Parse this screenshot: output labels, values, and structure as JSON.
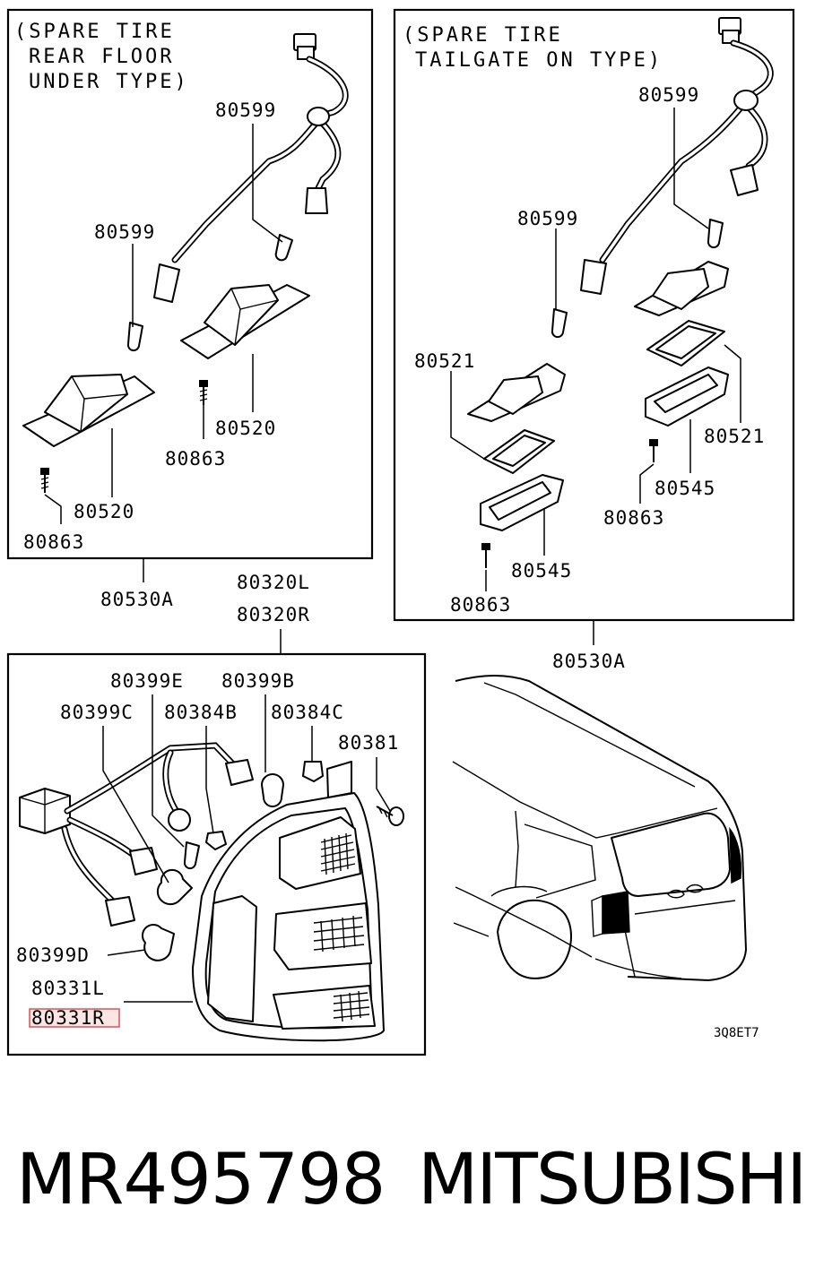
{
  "diagram": {
    "panels": {
      "rear_floor": {
        "note_lines": [
          "(SPARE TIRE",
          "REAR FLOOR",
          "UNDER TYPE)"
        ]
      },
      "tailgate": {
        "note_lines": [
          "(SPARE TIRE",
          "TAILGATE ON TYPE)"
        ]
      }
    },
    "labels": {
      "p1_80599_a": "80599",
      "p1_80599_b": "80599",
      "p1_80520_a": "80520",
      "p1_80520_b": "80520",
      "p1_80863_a": "80863",
      "p1_80863_b": "80863",
      "p1_80530a": "80530A",
      "p2_80599_a": "80599",
      "p2_80599_b": "80599",
      "p2_80521_a": "80521",
      "p2_80521_b": "80521",
      "p2_80545_a": "80545",
      "p2_80545_b": "80545",
      "p2_80863_a": "80863",
      "p2_80863_b": "80863",
      "p2_80530a": "80530A",
      "lamp_80320l": "80320L",
      "lamp_80320r": "80320R",
      "lamp_80399e": "80399E",
      "lamp_80399b": "80399B",
      "lamp_80399c": "80399C",
      "lamp_80384b": "80384B",
      "lamp_80384c": "80384C",
      "lamp_80381": "80381",
      "lamp_80399d": "80399D",
      "lamp_80331l": "80331L",
      "lamp_80331r": "80331R"
    },
    "drawing_code": "3Q8ET7",
    "highlight_color": "#e05050"
  },
  "footer": {
    "part_number": "MR495798",
    "brand": "MITSUBISHI"
  }
}
